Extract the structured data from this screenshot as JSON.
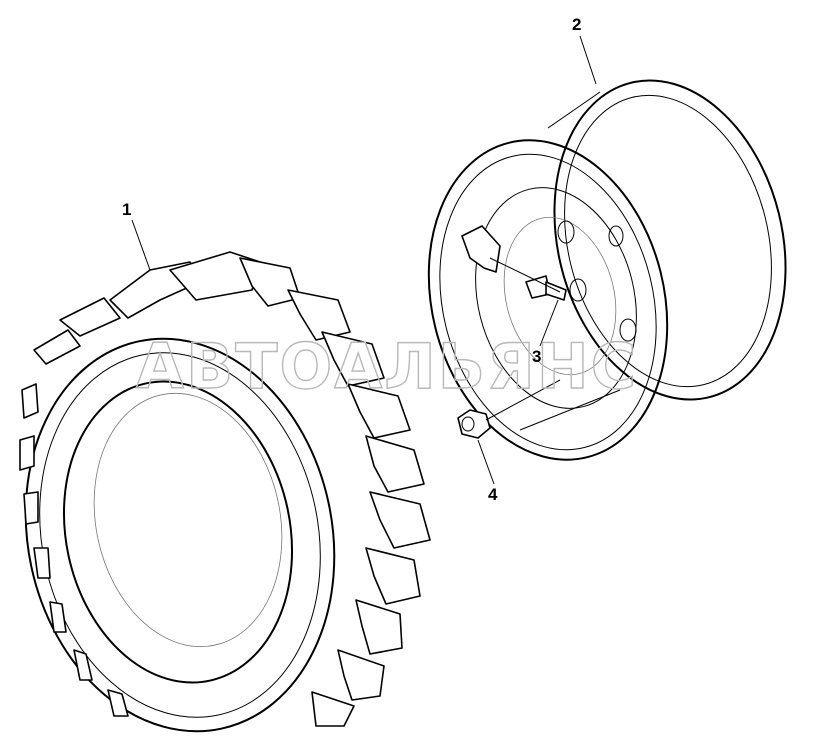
{
  "diagram": {
    "parts": [
      {
        "id": "tire",
        "callout": "1"
      },
      {
        "id": "rim",
        "callout": "2"
      },
      {
        "id": "valve",
        "callout": "3"
      },
      {
        "id": "nut",
        "callout": "4"
      }
    ],
    "watermark": "АВТОАЛЬЯНС"
  }
}
